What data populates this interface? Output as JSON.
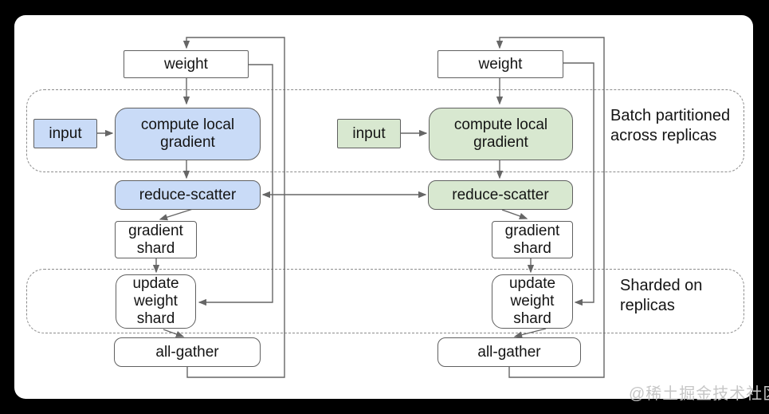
{
  "colors": {
    "page_bg": "#000000",
    "panel_bg": "#ffffff",
    "left_fill": "#c9dbf7",
    "right_fill": "#d8e8d0",
    "node_fill": "#ffffff",
    "border": "#606060",
    "connector": "#666666",
    "dashed_border": "#8c8c8c",
    "text": "#141414",
    "watermark": "#c6c6c6"
  },
  "regions": [
    {
      "name": "batch-partitioned",
      "lines": [
        "Batch partitioned",
        "across replicas"
      ]
    },
    {
      "name": "sharded-on-replicas",
      "lines": [
        "Sharded on",
        "replicas"
      ]
    }
  ],
  "left_replica": {
    "weight": "weight",
    "input": "input",
    "compute_local_gradient": "compute local gradient",
    "reduce_scatter": "reduce-scatter",
    "gradient_shard": "gradient shard",
    "update_weight_shard": "update weight shard",
    "all_gather": "all-gather"
  },
  "right_replica": {
    "weight": "weight",
    "input": "input",
    "compute_local_gradient": "compute local gradient",
    "reduce_scatter": "reduce-scatter",
    "gradient_shard": "gradient shard",
    "update_weight_shard": "update weight shard",
    "all_gather": "all-gather"
  },
  "watermark": "@稀土掘金技术社区"
}
